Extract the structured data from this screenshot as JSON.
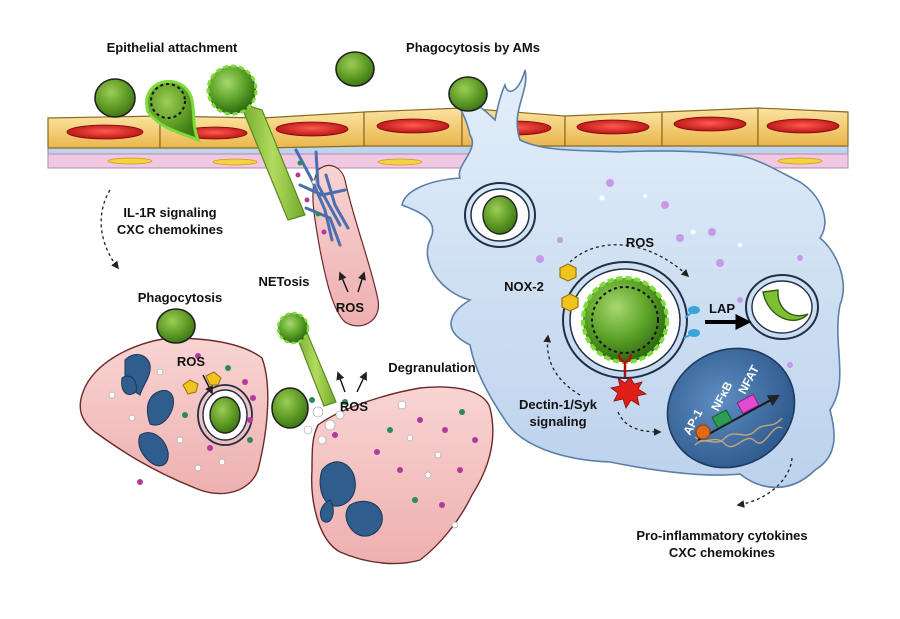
{
  "labels": {
    "epithelial_attachment": "Epithelial attachment",
    "phagocytosis_ams": "Phagocytosis by AMs",
    "il1r_line1": "IL-1R signaling",
    "il1r_line2": "CXC chemokines",
    "phagocytosis": "Phagocytosis",
    "netosis": "NETosis",
    "ros": "ROS",
    "degranulation": "Degranulation",
    "nox2": "NOX-2",
    "lap": "LAP",
    "dectin_line1": "Dectin-1/Syk",
    "dectin_line2": "signaling",
    "ap1": "AP-1",
    "nfkb": "NFκB",
    "nfat": "NFAT",
    "cytokines_line1": "Pro-inflammatory cytokines",
    "cytokines_line2": "CXC chemokines"
  },
  "colors": {
    "fungus_green": "#5fa52a",
    "hypha_green": "#8fc43a",
    "epithelium_yellow": "#f3c766",
    "nucleus_red": "#d8161c",
    "membrane_blue": "#bcd4ee",
    "basement_pink": "#f1c8e2",
    "macrophage_blue": "#cfe0f3",
    "neutrophil_pink": "#f4c3c3",
    "nucleus_navy": "#2f5d8d",
    "nucleus_panel": "#3f6b9c",
    "nox_yellow": "#e5b21a",
    "syk_red": "#e02018",
    "ap1_orange": "#e06a14",
    "nfkb_green": "#2e9a53",
    "nfat_magenta": "#e34ad6",
    "granule_purple": "#b23a9b",
    "granule_green": "#2a8a5a"
  }
}
